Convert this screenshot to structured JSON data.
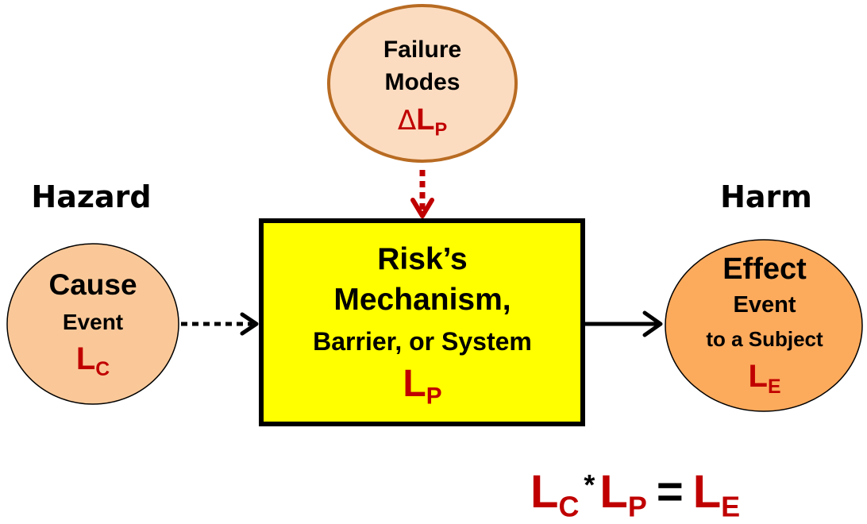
{
  "colors": {
    "variable_red": "#c00000",
    "box_fill": "#ffff00",
    "cause_fill": "#fac898",
    "failure_fill": "#fcdcc0",
    "effect_fill": "#fcaa5c",
    "failure_stroke": "#b86b22",
    "arrow_red": "#c00000"
  },
  "headings": {
    "hazard": "Hazard",
    "harm": "Harm"
  },
  "failure_modes": {
    "line1": "Failure",
    "line2": "Modes",
    "symbol_prefix": "Δ",
    "symbol_main": "L",
    "symbol_sub": "P"
  },
  "cause": {
    "title": "Cause",
    "subtitle": "Event",
    "symbol_main": "L",
    "symbol_sub": "C"
  },
  "mechanism": {
    "line1": "Risk’s",
    "line2": "Mechanism,",
    "line3": "Barrier, or System",
    "symbol_main": "L",
    "symbol_sub": "P"
  },
  "effect": {
    "title": "Effect",
    "line2": "Event",
    "line3": "to a Subject",
    "symbol_main": "L",
    "symbol_sub": "E"
  },
  "equation": {
    "term1_main": "L",
    "term1_sub": "C",
    "operator1": "*",
    "term2_main": "L",
    "term2_sub": "P",
    "operator2": "=",
    "result_main": "L",
    "result_sub": "E"
  }
}
